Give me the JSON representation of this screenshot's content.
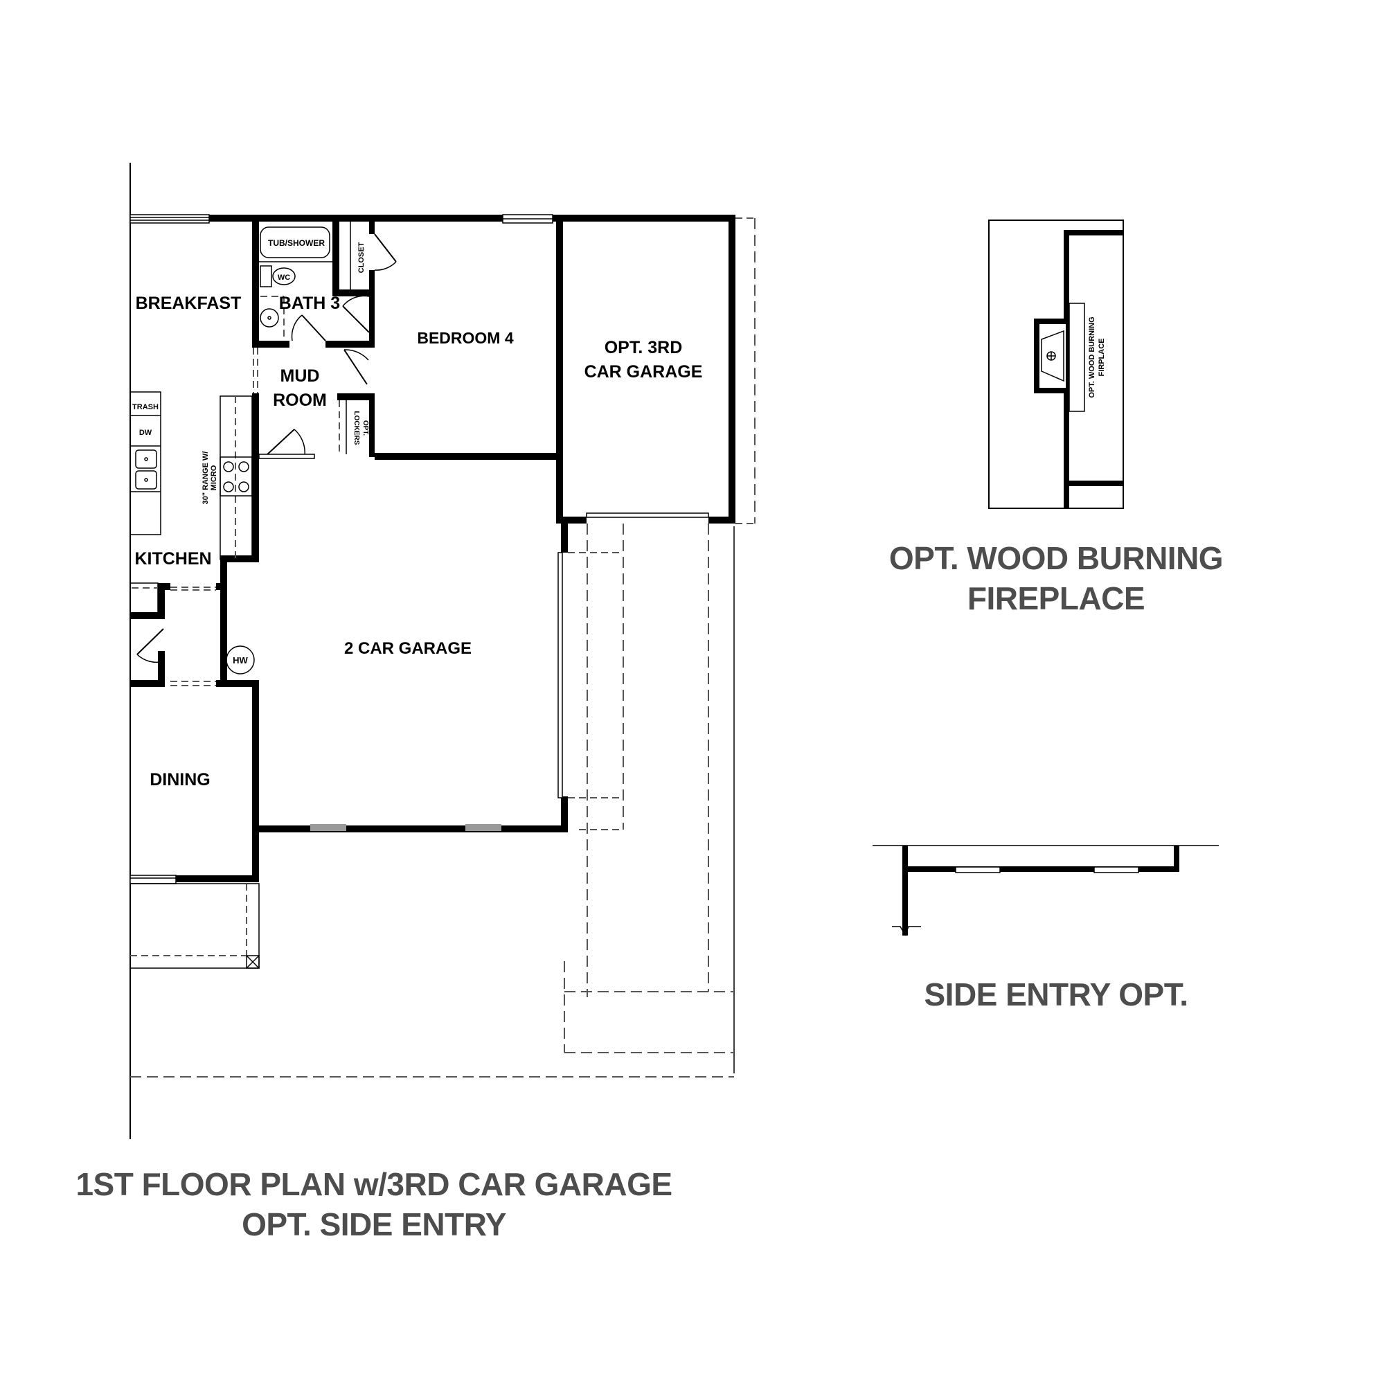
{
  "main_plan": {
    "title_line1": "1ST FLOOR PLAN w/3RD CAR GARAGE",
    "title_line2": "OPT. SIDE ENTRY",
    "rooms": {
      "breakfast": "BREAKFAST",
      "bath3": "BATH 3",
      "bedroom4": "BEDROOM 4",
      "opt_3rd_garage_line1": "OPT. 3RD",
      "opt_3rd_garage_line2": "CAR GARAGE",
      "mud_room_line1": "MUD",
      "mud_room_line2": "ROOM",
      "kitchen": "KITCHEN",
      "two_car_garage": "2 CAR GARAGE",
      "dining": "DINING"
    },
    "fixtures": {
      "tub_shower": "TUB/SHOWER",
      "wc": "WC",
      "closet": "CLOSET",
      "opt_lockers_line1": "OPT.",
      "opt_lockers_line2": "LOCKERS",
      "trash": "TRASH",
      "dw": "DW",
      "range_line1": "30\" RANGE W/",
      "range_line2": "MICRO",
      "hw": "HW"
    }
  },
  "fireplace_option": {
    "title_line1": "OPT. WOOD BURNING",
    "title_line2": "FIREPLACE",
    "inset_label_line1": "OPT. WOOD BURNING",
    "inset_label_line2": "FIRPLACE"
  },
  "side_entry_option": {
    "title": "SIDE ENTRY OPT."
  },
  "colors": {
    "wall": "#000000",
    "title_text": "#4d4d4d",
    "dashed_line": "#555555",
    "background": "#ffffff"
  }
}
